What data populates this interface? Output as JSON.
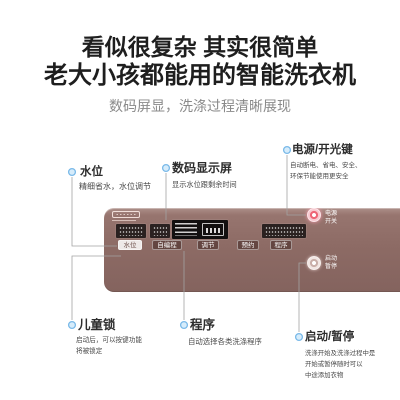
{
  "headline": {
    "line1": "看似很复杂 其实很简单",
    "line2": "老大小孩都能用的智能洗衣机",
    "subtitle": "数码屏显，洗涤过程清晰展现"
  },
  "callouts": {
    "water_level": {
      "title": "水位",
      "lines": [
        "精细省水，水位调节"
      ]
    },
    "display": {
      "title": "数码显示屏",
      "lines": [
        "显示水位跟剩余时间"
      ]
    },
    "power": {
      "title": "电源/开光键",
      "lines": [
        "自动断电、省电、安全、",
        "环保节能使用更安全"
      ]
    },
    "child_lock": {
      "title": "儿童锁",
      "lines": [
        "启动后，可以按键功能",
        "将被锁定"
      ]
    },
    "program": {
      "title": "程序",
      "lines": [
        "自动选择各类洗涤程序"
      ]
    },
    "start_pause": {
      "title": "启动/暂停",
      "lines": [
        "洗涤开始及洗涤过程中是",
        "开始或暂停随时可以",
        "中途添加衣物"
      ]
    }
  },
  "panel": {
    "buttons": [
      "水位",
      "自编程",
      "调节",
      "预约",
      "程序"
    ],
    "power_button": [
      "电源",
      "开关"
    ],
    "start_button": [
      "启动",
      "暂停"
    ]
  },
  "icons": {
    "bullet": "bullet-dot-icon",
    "power": "power-icon",
    "start": "start-pause-icon"
  },
  "colors": {
    "panel": "#8d6b65",
    "bullet_fill": "#d6ecfb",
    "bullet_ring": "#79b9e8",
    "power_glow": "#ee6576",
    "leader_line": "#a3a3a3",
    "subtitle": "#8a8a8a"
  }
}
